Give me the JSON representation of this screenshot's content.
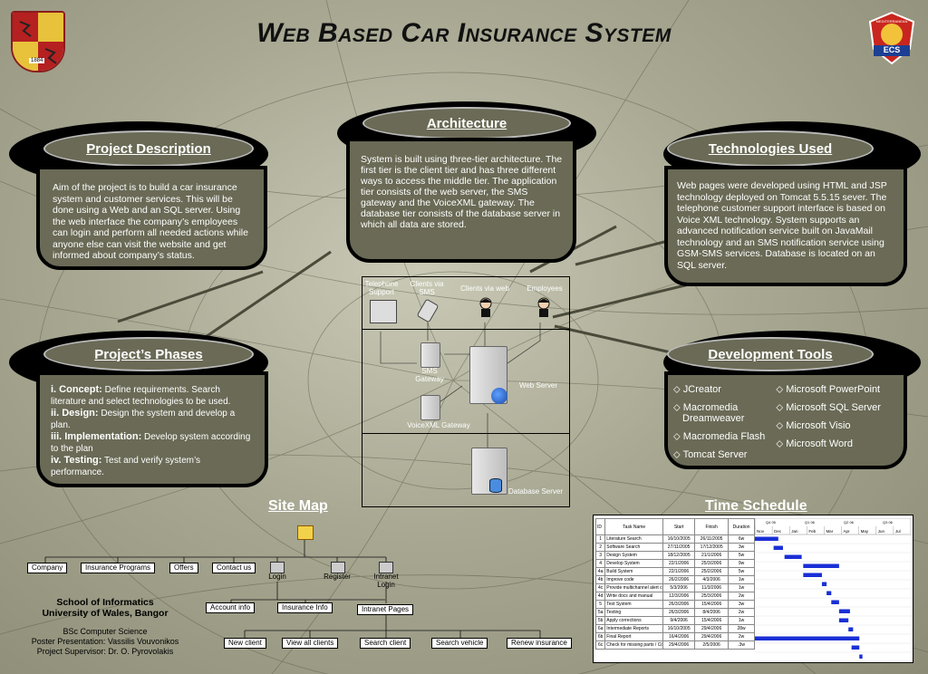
{
  "title": "Web Based Car Insurance System",
  "crest_year": "1884",
  "ecs": {
    "top": "MEDITERRANEAN",
    "label": "ECS"
  },
  "project_description": {
    "heading": "Project Description",
    "body": "Aim of the project is to build a car insurance system and customer services. This will be done using a Web and an SQL server. Using the web interface the company’s employees can login and perform all needed actions while anyone else can visit the website and get informed about company’s status."
  },
  "architecture": {
    "heading": "Architecture",
    "body": "System is built using three-tier architecture. The first tier is the client tier and has three different ways to access the middle tier. The application tier consists of the web server, the SMS gateway and the VoiceXML gateway. The database tier consists of the database server in which all data are stored."
  },
  "technologies": {
    "heading": "Technologies Used",
    "body": "Web pages were developed using HTML and JSP technology deployed on Tomcat 5.5.15 sever. The telephone customer support interface is based on Voice XML technology. System supports an advanced notification service built on JavaMail technology and an SMS notification service using GSM-SMS services. Database is located on an SQL server."
  },
  "phases": {
    "heading": "Project’s Phases",
    "items": [
      {
        "label": "i. Concept:",
        "text": "Define requirements. Search literature and select technologies to be used."
      },
      {
        "label": "ii. Design:",
        "text": "Design the system and develop a plan."
      },
      {
        "label": "iii. Implementation:",
        "text": "Develop system according to the plan"
      },
      {
        "label": "iv. Testing:",
        "text": "Test and verify system’s performance."
      }
    ]
  },
  "dev_tools": {
    "heading": "Development Tools",
    "left": [
      "JCreator",
      "Macromedia Dreamweaver",
      "Macromedia Flash",
      "Tomcat Server"
    ],
    "right": [
      "Microsoft PowerPoint",
      "Microsoft SQL Server",
      "Microsoft Visio",
      "Microsoft Word"
    ]
  },
  "diagram": {
    "telephone": "Telephone Support",
    "sms_clients": "Clients via SMS",
    "web_clients": "Clients via web",
    "employees": "Employees",
    "sms_gateway": "SMS Gateway",
    "web_server": "Web Server",
    "voicexml": "VoiceXML Gateway",
    "db_server": "Database Server"
  },
  "site_map": {
    "heading": "Site Map",
    "top_nodes": [
      "Company",
      "Insurance Programs",
      "Offers",
      "Contact us"
    ],
    "login": "Login",
    "register": "Register",
    "intranet_login": "Intranet Login",
    "mid_nodes": [
      "Account info",
      "Insurance Info",
      "Intranet Pages"
    ],
    "bottom_nodes": [
      "New client",
      "View all clients",
      "Search client",
      "Search vehicle",
      "Renew insurance"
    ]
  },
  "school": {
    "line1": "School of Informatics",
    "line2": "University of Wales, Bangor",
    "line3": "BSc Computer Science",
    "line4": "Poster Presentation: Vassilis Vouvonikos",
    "line5": "Project Supervisor: Dr. O. Pyrovolakis"
  },
  "time_schedule": {
    "heading": "Time Schedule",
    "headers": [
      "ID",
      "Task Name",
      "Start",
      "Finish",
      "Duration"
    ],
    "rows": [
      [
        "1",
        "Literature Search",
        "16/10/2005",
        "26/11/2005",
        "6w"
      ],
      [
        "2",
        "Software Search",
        "27/11/2005",
        "17/12/2005",
        "3w"
      ],
      [
        "3",
        "Design System",
        "18/12/2005",
        "21/1/2006",
        "5w"
      ],
      [
        "4",
        "Develop System",
        "22/1/2006",
        "25/3/2006",
        "9w"
      ],
      [
        "4a",
        "Build System",
        "22/1/2006",
        "25/2/2006",
        "5w"
      ],
      [
        "4b",
        "Improve code",
        "26/2/2006",
        "4/3/2006",
        "1w"
      ],
      [
        "4c",
        "Provide multichannel alert capabilities",
        "5/3/2006",
        "11/3/2006",
        "1w"
      ],
      [
        "4d",
        "Write docs and manual",
        "12/3/2006",
        "25/3/2006",
        "2w"
      ],
      [
        "5",
        "Test System",
        "26/3/2006",
        "15/4/2006",
        "3w"
      ],
      [
        "5a",
        "Testing",
        "26/3/2006",
        "8/4/2006",
        "2w"
      ],
      [
        "5b",
        "Apply corrections",
        "9/4/2006",
        "15/4/2006",
        "1w"
      ],
      [
        "6a",
        "Intermediate Reports",
        "16/10/2005",
        "29/4/2006",
        "28w"
      ],
      [
        "6b",
        "Final Report",
        "16/4/2006",
        "29/4/2006",
        "2w"
      ],
      [
        "6c",
        "Check for missing parts / Complete",
        "29/4/2006",
        "2/5/2006",
        ".3w"
      ]
    ],
    "quarters": [
      "Q4 05",
      "Q1 06",
      "Q2 06",
      "Q3 06"
    ],
    "months": [
      "Nov",
      "Dec",
      "Jan",
      "Feb",
      "Mar",
      "Apr",
      "May",
      "Jun",
      "Jul"
    ],
    "bars": [
      [
        0,
        0.15
      ],
      [
        0.12,
        0.18
      ],
      [
        0.19,
        0.3
      ],
      [
        0.31,
        0.54
      ],
      [
        0.31,
        0.43
      ],
      [
        0.43,
        0.46
      ],
      [
        0.46,
        0.49
      ],
      [
        0.49,
        0.54
      ],
      [
        0.54,
        0.61
      ],
      [
        0.54,
        0.6
      ],
      [
        0.6,
        0.63
      ],
      [
        0,
        0.67
      ],
      [
        0.62,
        0.67
      ],
      [
        0.67,
        0.69
      ]
    ],
    "bar_color": "#1a2fd6"
  }
}
